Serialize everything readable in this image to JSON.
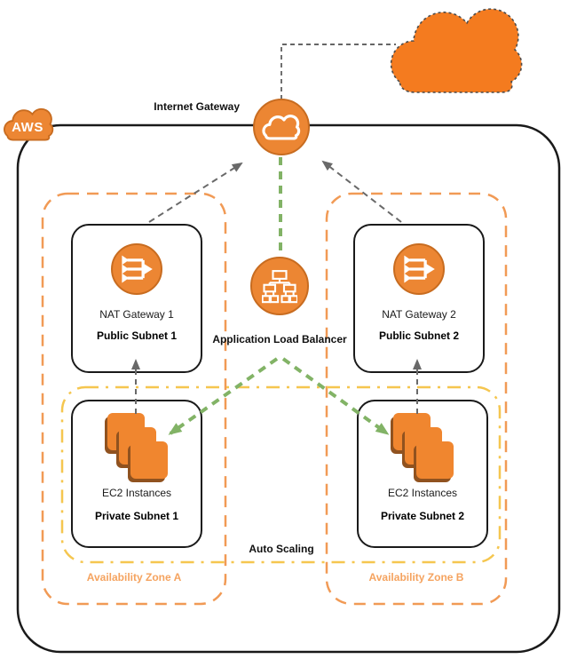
{
  "aws_cloud": {
    "label": "AWS",
    "icon": "aws-cloud-icon"
  },
  "internet_cloud": {
    "icon": "internet-cloud-icon"
  },
  "internet_gateway": {
    "label": "Internet Gateway",
    "icon": "cloud-outline-icon"
  },
  "load_balancer": {
    "label": "Application Load Balancer",
    "icon": "load-balancer-tree-icon"
  },
  "auto_scaling": {
    "label": "Auto Scaling"
  },
  "zones": [
    {
      "label": "Availability Zone A",
      "public_subnet": {
        "resource_label": "NAT Gateway 1",
        "title": "Public Subnet 1",
        "icon": "nat-gateway-icon"
      },
      "private_subnet": {
        "resource_label": "EC2 Instances",
        "title": "Private Subnet 1",
        "icon": "ec2-instances-icon"
      }
    },
    {
      "label": "Availability Zone B",
      "public_subnet": {
        "resource_label": "NAT Gateway 2",
        "title": "Public Subnet 2",
        "icon": "nat-gateway-icon"
      },
      "private_subnet": {
        "resource_label": "EC2 Instances",
        "title": "Private Subnet 2",
        "icon": "ec2-instances-icon"
      }
    }
  ],
  "connections": [
    {
      "from": "internet-gateway",
      "to": "internet-cloud",
      "style": "dashed-black-elbow"
    },
    {
      "from": "nat-gateway-1",
      "to": "internet-gateway",
      "style": "dashed-gray-arrow"
    },
    {
      "from": "nat-gateway-2",
      "to": "internet-gateway",
      "style": "dashed-gray-arrow"
    },
    {
      "from": "private-subnet-1",
      "to": "public-subnet-1",
      "style": "dashed-gray-arrow"
    },
    {
      "from": "private-subnet-2",
      "to": "public-subnet-2",
      "style": "dashed-gray-arrow"
    },
    {
      "from": "internet-gateway",
      "to": "application-load-balancer",
      "style": "dashed-green"
    },
    {
      "from": "application-load-balancer",
      "to": "ec2-instances-1",
      "style": "dashed-green-arrow"
    },
    {
      "from": "application-load-balancer",
      "to": "ec2-instances-2",
      "style": "dashed-green-arrow"
    }
  ],
  "colors": {
    "aws_orange": "#EC8633",
    "orange_border": "#C86C20",
    "internet_cloud_fill": "#F47B1F",
    "ec2_fill": "#F0862F",
    "ec2_shadow": "#90521F",
    "az_border": "#F19A55",
    "az_label": "#F5A35F",
    "auto_scaling_border": "#F5C64F",
    "green_link": "#82B366",
    "gray_link": "#696969",
    "box_border": "#1a1a1a"
  }
}
